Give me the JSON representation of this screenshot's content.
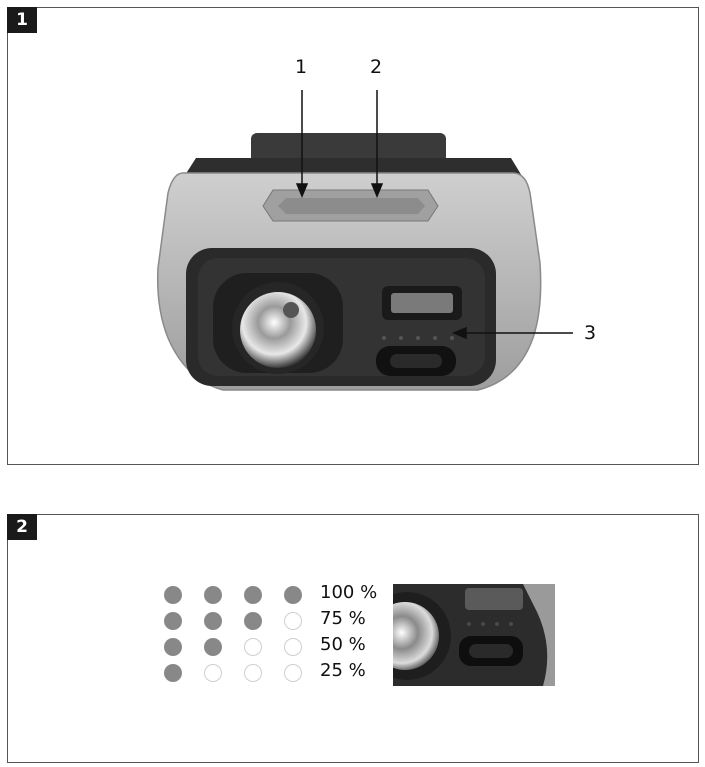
{
  "figure1": {
    "badge": "1",
    "callouts": {
      "c1": "1",
      "c2": "2",
      "c3": "3"
    }
  },
  "figure2": {
    "badge": "2",
    "levels": [
      {
        "label": "100 %",
        "lit": 4
      },
      {
        "label": "75 %",
        "lit": 3
      },
      {
        "label": "50 %",
        "lit": 2
      },
      {
        "label": "25 %",
        "lit": 1
      }
    ]
  },
  "colors": {
    "dot_on": "#888888",
    "dot_off_border": "#cfcfcf"
  }
}
